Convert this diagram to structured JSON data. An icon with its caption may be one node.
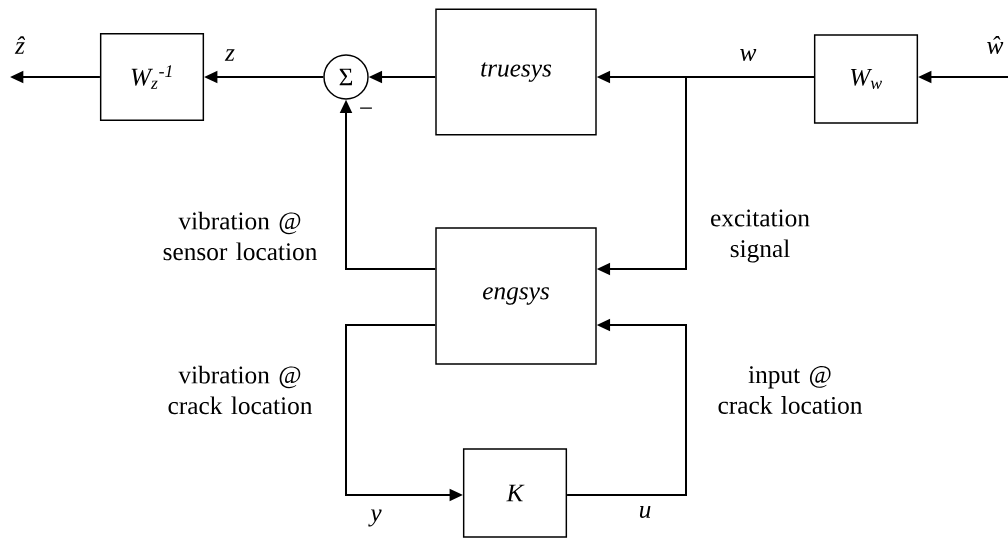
{
  "diagram": {
    "nodes": [
      {
        "text": [
          "W$_{z}$$^{-1}$"
        ]
      },
      {
        "text": [
          "Σ"
        ]
      },
      {
        "text": [
          "truesys"
        ]
      },
      {
        "text": [
          "W$_{w}$"
        ]
      },
      {
        "text": [
          "engsys"
        ]
      },
      {
        "text": [
          "K"
        ]
      }
    ],
    "edges": [
      {
        "from": 0,
        "to": null,
        "arrow": "to",
        "label": "ẑ"
      },
      {
        "from": 1,
        "to": 0,
        "arrow": "to",
        "label": "z"
      },
      {
        "from": 2,
        "to": 1,
        "arrow": "to"
      },
      {
        "from": 3,
        "to": 2,
        "arrow": "to",
        "label": "w"
      },
      {
        "from": null,
        "to": 3,
        "arrow": "to",
        "label": "ŵ"
      },
      {
        "from": 3,
        "to": 4,
        "arrow": "to"
      },
      {
        "from": 4,
        "to": 1,
        "arrow": "to"
      },
      {
        "from": 4,
        "to": 5,
        "arrow": "to",
        "label": "y"
      },
      {
        "from": 5,
        "to": 4,
        "arrow": "to",
        "label": "u"
      }
    ],
    "labels": [
      "−",
      "vibration @ sensor location",
      "excitation signal",
      "vibration @ crack location",
      "input @ crack location"
    ]
  }
}
